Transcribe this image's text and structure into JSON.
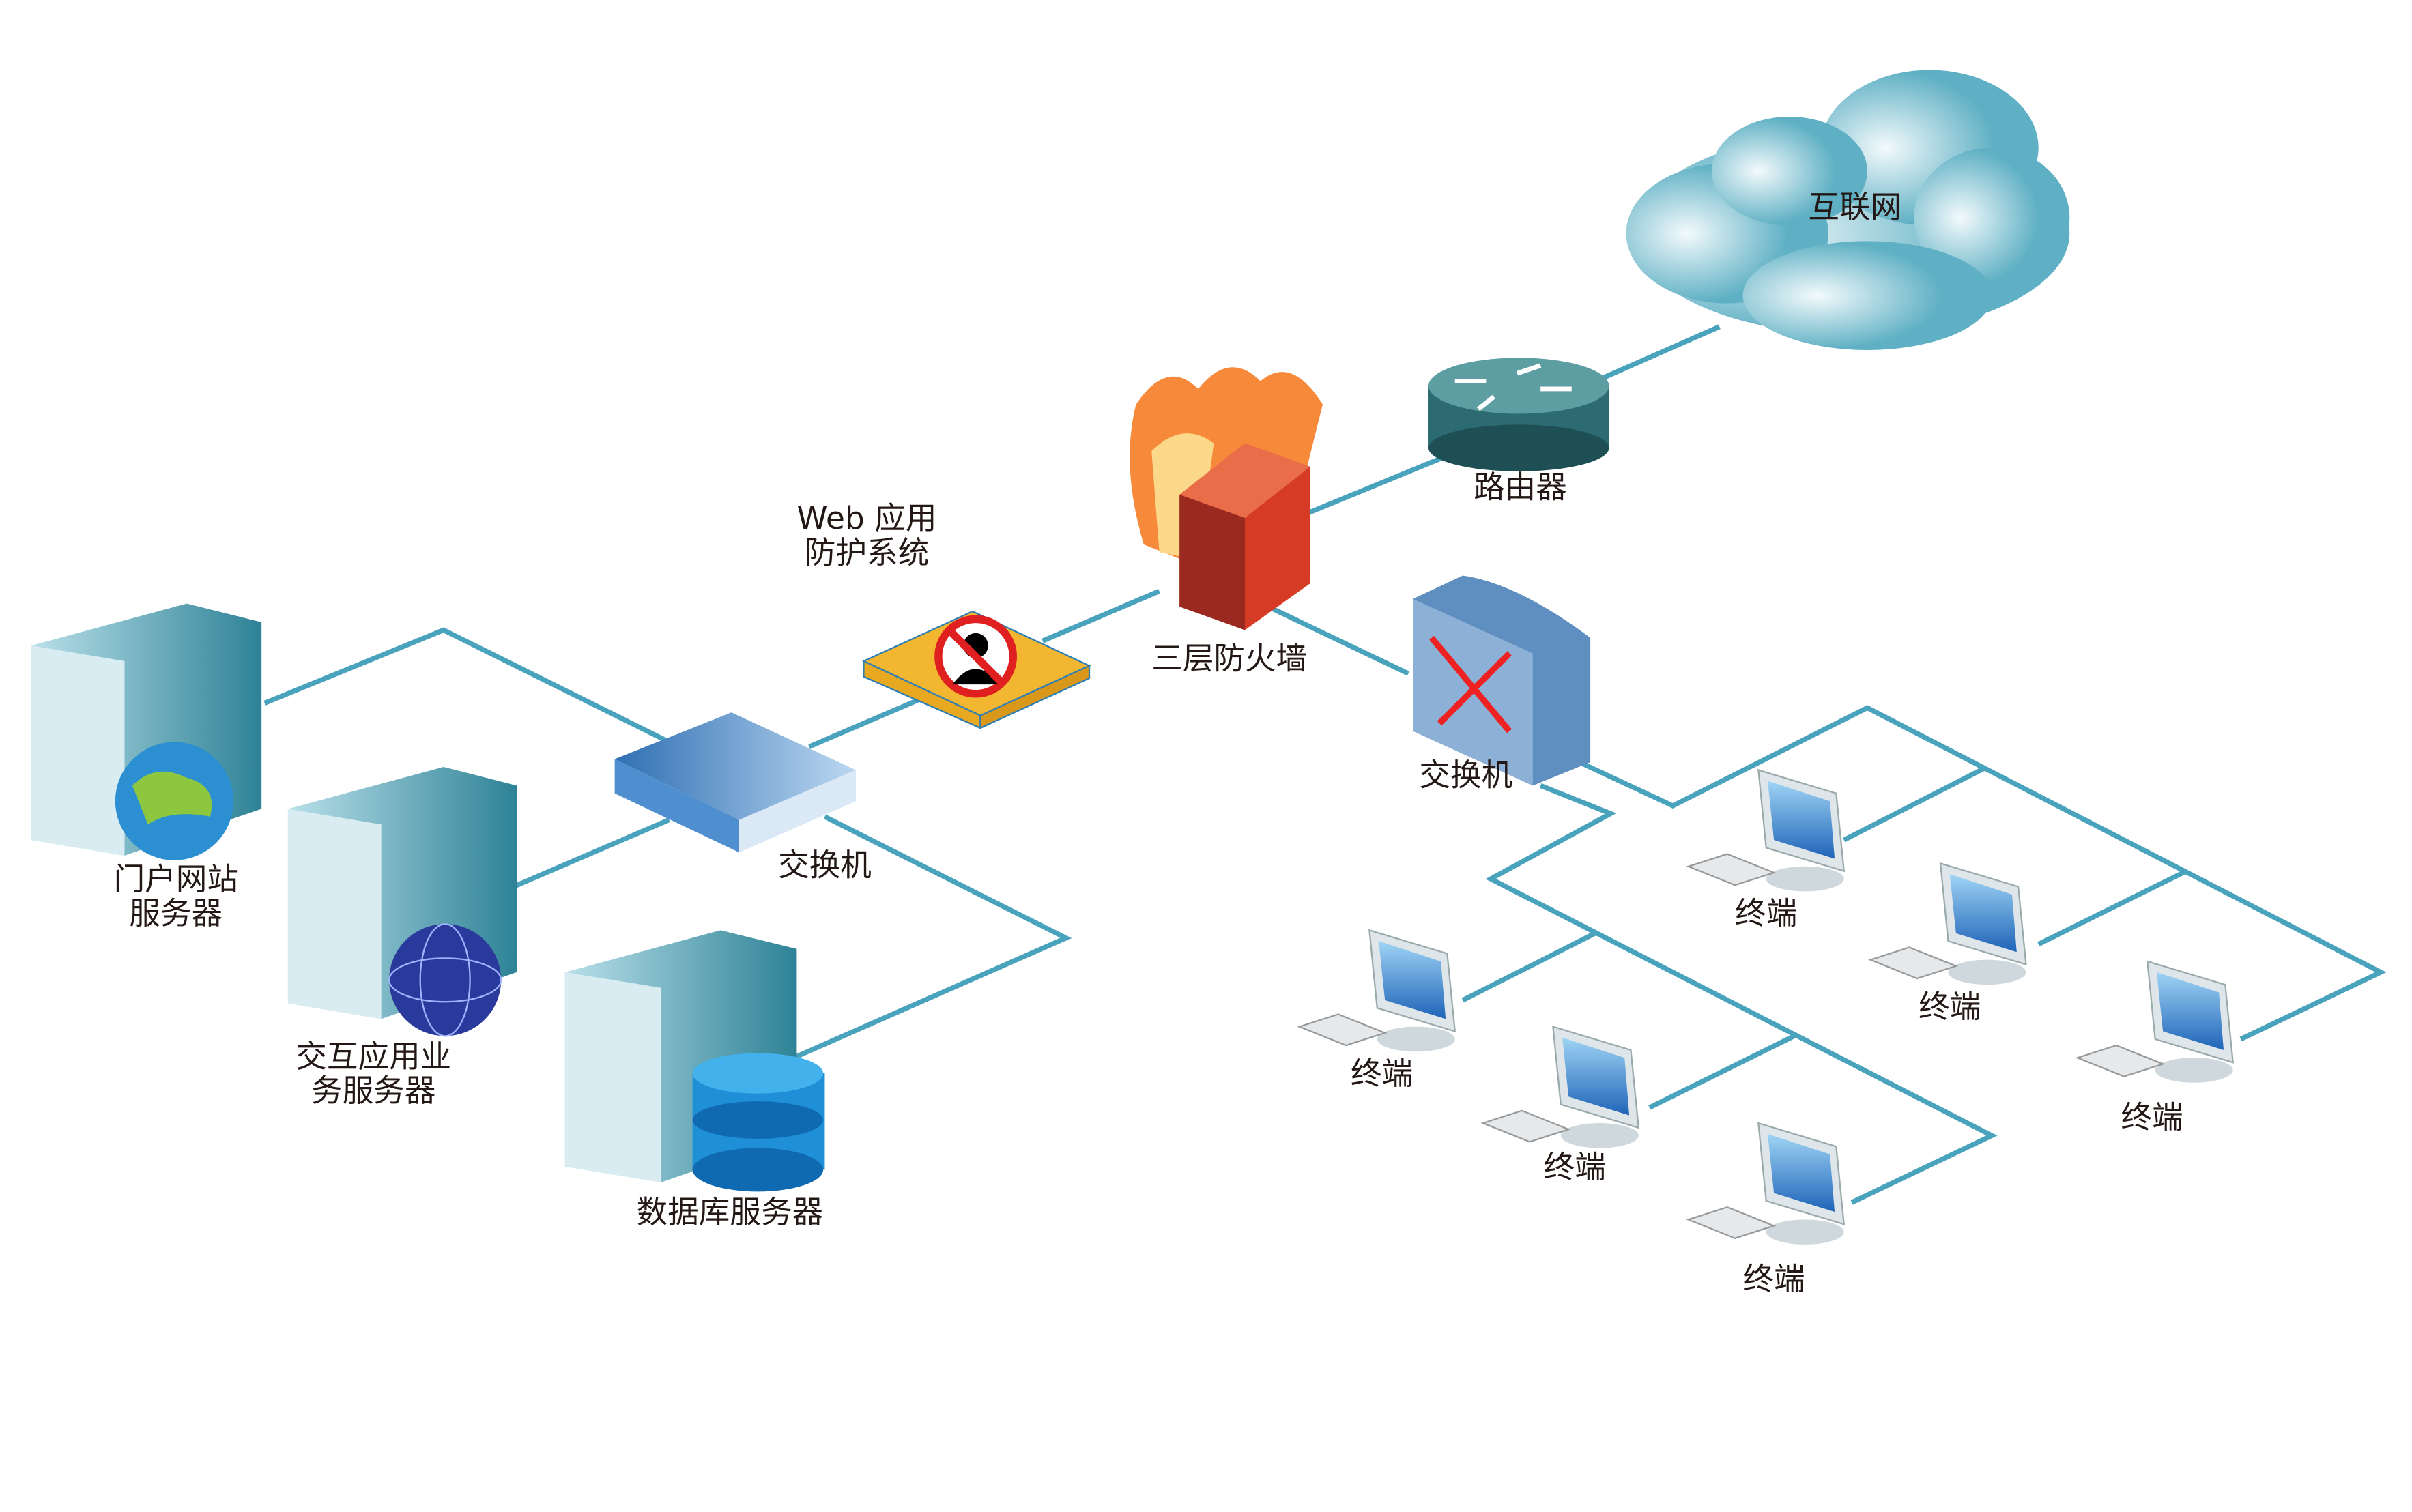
{
  "colors": {
    "link": "#4aa3bd",
    "server": "#3a8fa3",
    "switch": "#5e9cd3",
    "firewall": "#d63c25",
    "waf": "#f2b630",
    "cloud": "#9fd3e0",
    "monitor": "#3f8fd0"
  },
  "nodes": {
    "internet": "互联网",
    "router": "路由器",
    "firewall": "三层防火墙",
    "waf": [
      "Web 应用",
      "防护系统"
    ],
    "switch_core": "交换机",
    "switch_access": "交换机",
    "portal_server": [
      "门户网站",
      "服务器"
    ],
    "app_server": [
      "交互应用业",
      "务服务器"
    ],
    "db_server": "数据库服务器",
    "terminals": [
      "终端",
      "终端",
      "终端",
      "终端",
      "终端",
      "终端"
    ]
  }
}
